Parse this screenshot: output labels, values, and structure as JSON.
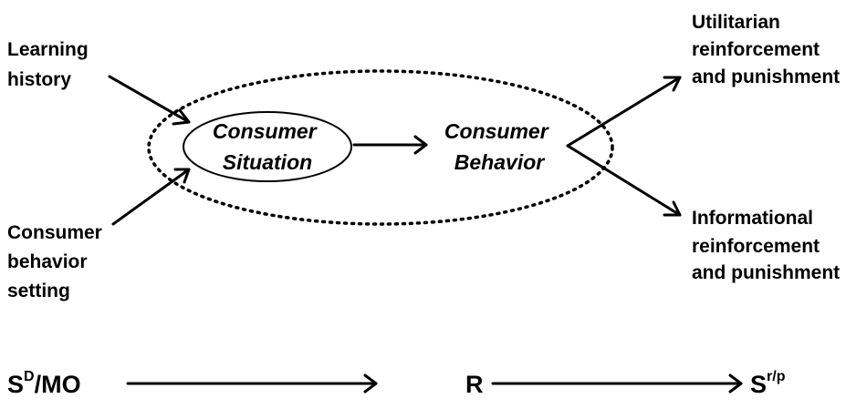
{
  "inputs": {
    "learning_history": [
      "Learning",
      "history"
    ],
    "behavior_setting": [
      "Consumer",
      "behavior",
      "setting"
    ]
  },
  "center": {
    "situation": [
      "Consumer",
      "Situation"
    ],
    "behavior": [
      "Consumer",
      "Behavior"
    ]
  },
  "outcomes": {
    "utilitarian": [
      "Utilitarian",
      "reinforcement",
      "and punishment"
    ],
    "informational": [
      "Informational",
      "reinforcement",
      "and punishment"
    ]
  },
  "contingency": {
    "sd_base": "S",
    "sd_sup": "D",
    "sd_suffix": "/MO",
    "response": "R",
    "consequence_base": "S",
    "consequence_sup": "r/p"
  }
}
